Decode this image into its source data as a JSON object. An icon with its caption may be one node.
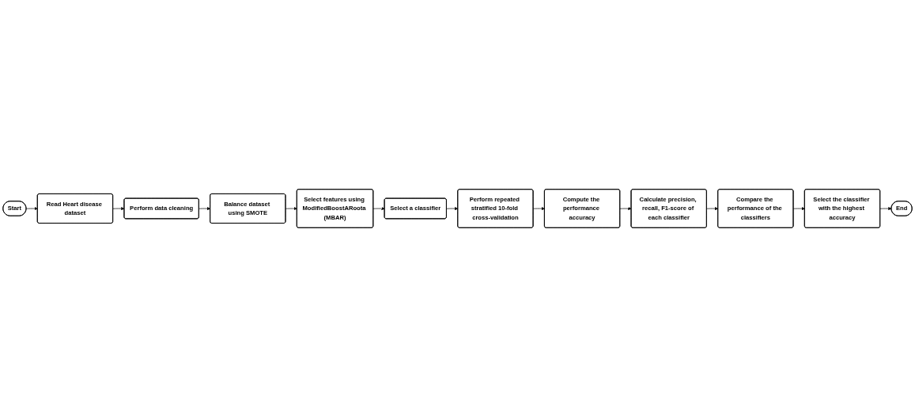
{
  "diagram": {
    "nodes": [
      {
        "text": [
          "Start"
        ]
      },
      {
        "text": [
          "Read Heart disease dataset"
        ]
      },
      {
        "text": [
          "Perform data cleaning"
        ]
      },
      {
        "text": [
          "Balance dataset using SMOTE"
        ]
      },
      {
        "text": [
          "Select features using ModifiedBoostARoota (MBAR)"
        ]
      },
      {
        "text": [
          "Select a classifier"
        ]
      },
      {
        "text": [
          "Perform repeated stratified 10-fold cross-validation"
        ]
      },
      {
        "text": [
          "Compute the performance accuracy"
        ]
      },
      {
        "text": [
          "Calculate precision, recall, F1-score of each classifier"
        ]
      },
      {
        "text": [
          "Compare the performance of the classifiers"
        ]
      },
      {
        "text": [
          "Select the classifier with the highest accuracy"
        ]
      },
      {
        "text": [
          "End"
        ]
      }
    ],
    "edges": [
      {
        "from": 0,
        "to": 1,
        "arrow": "to"
      },
      {
        "from": 1,
        "to": 2,
        "arrow": "to"
      },
      {
        "from": 2,
        "to": 3,
        "arrow": "to"
      },
      {
        "from": 3,
        "to": 4,
        "arrow": "to"
      },
      {
        "from": 4,
        "to": 5,
        "arrow": "to"
      },
      {
        "from": 5,
        "to": 6,
        "arrow": "to"
      },
      {
        "from": 6,
        "to": 7,
        "arrow": "to"
      },
      {
        "from": 7,
        "to": 8,
        "arrow": "to"
      },
      {
        "from": 8,
        "to": 9,
        "arrow": "to"
      },
      {
        "from": 9,
        "to": 10,
        "arrow": "to"
      },
      {
        "from": 10,
        "to": 11,
        "arrow": "to"
      }
    ]
  }
}
